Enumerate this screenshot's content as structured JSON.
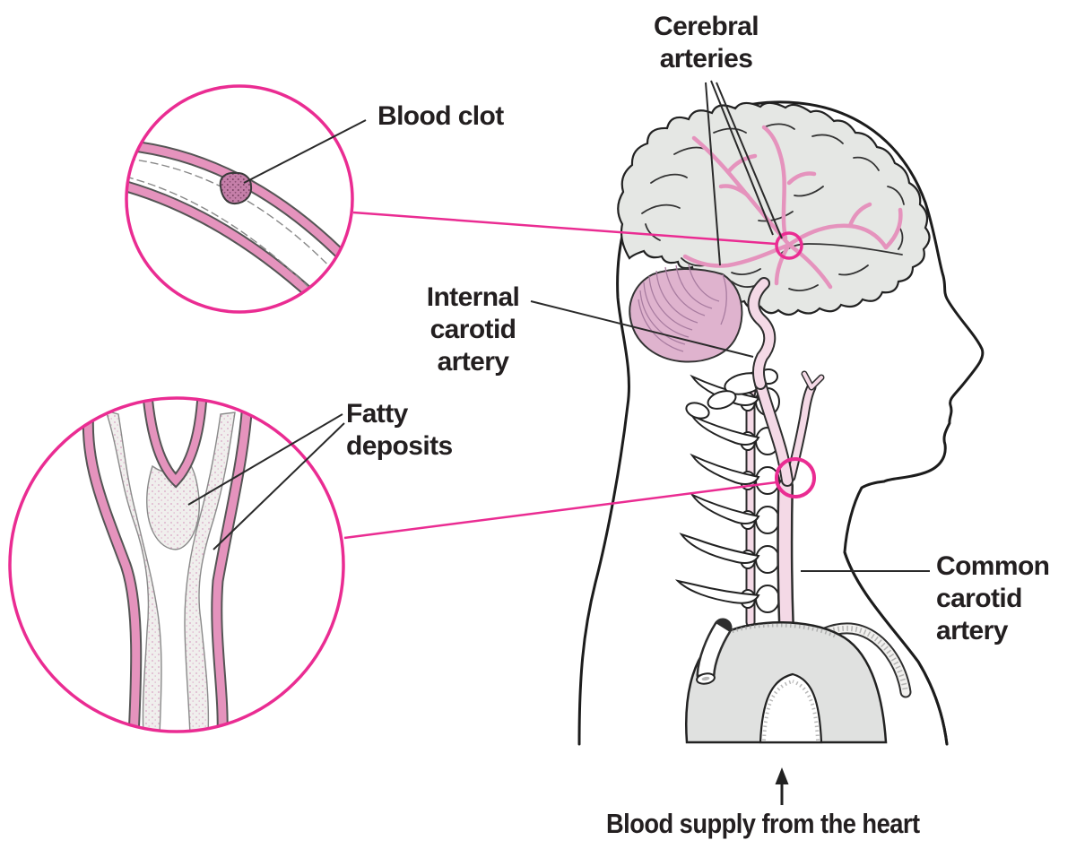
{
  "labels": {
    "cerebral_arteries": "Cerebral\narteries",
    "blood_clot": "Blood clot",
    "internal_carotid": "Internal\ncarotid\nartery",
    "fatty_deposits": "Fatty\ndeposits",
    "common_carotid": "Common\ncarotid\nartery",
    "blood_supply": "Blood supply from the heart"
  },
  "icons": {
    "up_arrow": "↑"
  },
  "colors": {
    "magenta": "#EA2C92",
    "artery_pink": "#E593BD",
    "artery_pale": "#F4D9E6",
    "brain_grey": "#E5E7E4",
    "cerebellum_pink": "#DFB3CE",
    "aorta_grey": "#E0E1E0",
    "clot_pink": "#C57FA9",
    "deposit_grey": "#F0EFED",
    "text": "#231F20"
  }
}
